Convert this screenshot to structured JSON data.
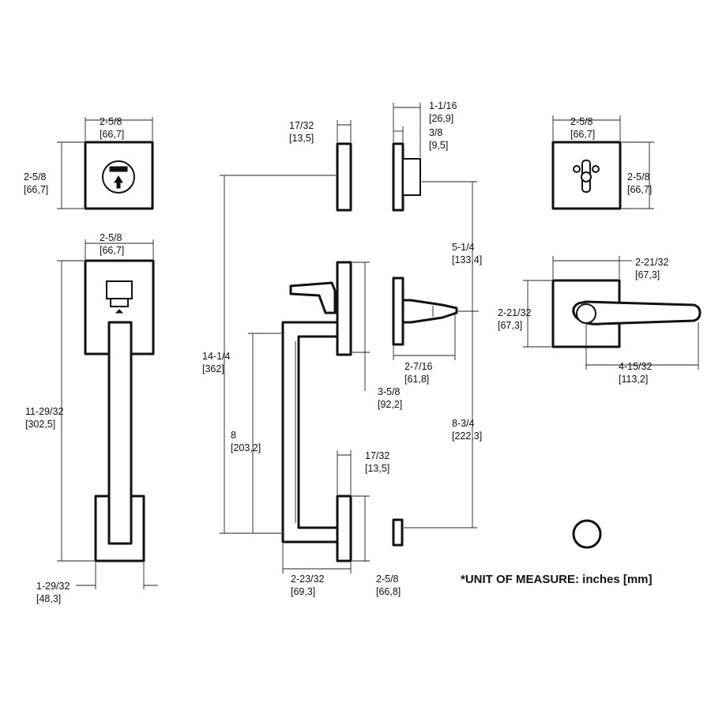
{
  "dimensions": {
    "deadbolt_exterior_width": {
      "imperial": "2-5/8",
      "metric": "[66,7]"
    },
    "deadbolt_exterior_height": {
      "imperial": "2-5/8",
      "metric": "[66,7]"
    },
    "handleset_plate_width": {
      "imperial": "2-5/8",
      "metric": "[66,7]"
    },
    "handleset_overall_height": {
      "imperial": "11-29/32",
      "metric": "[302,5]"
    },
    "handleset_bottom_width": {
      "imperial": "1-29/32",
      "metric": "[48,3]"
    },
    "side_plate_thickness_top": {
      "imperial": "17/32",
      "metric": "[13,5]"
    },
    "side_overall_height": {
      "imperial": "14-1/4",
      "metric": "[362]"
    },
    "grip_length": {
      "imperial": "8",
      "metric": "[203,2]"
    },
    "side_plate_height": {
      "imperial": "3-5/8",
      "metric": "[92,2]"
    },
    "side_plate_thickness_bottom": {
      "imperial": "17/32",
      "metric": "[13,5]"
    },
    "grip_projection": {
      "imperial": "2-23/32",
      "metric": "[69,3]"
    },
    "bottom_plate_height": {
      "imperial": "2-5/8",
      "metric": "[66,8]"
    },
    "interior_deadbolt_depth": {
      "imperial": "1-1/16",
      "metric": "[26,9]"
    },
    "interior_rose_thickness": {
      "imperial": "3/8",
      "metric": "[9,5]"
    },
    "lever_to_deadbolt_spacing": {
      "imperial": "5-1/4",
      "metric": "[133,4]"
    },
    "lever_projection": {
      "imperial": "2-7/16",
      "metric": "[61,8]"
    },
    "lever_to_bottom_spacing": {
      "imperial": "8-3/4",
      "metric": "[222,3]"
    },
    "thumbturn_width": {
      "imperial": "2-5/8",
      "metric": "[66,7]"
    },
    "thumbturn_height": {
      "imperial": "2-5/8",
      "metric": "[66,7]"
    },
    "lever_rose_width": {
      "imperial": "2-21/32",
      "metric": "[67,3]"
    },
    "lever_rose_height": {
      "imperial": "2-21/32",
      "metric": "[67,3]"
    },
    "lever_length": {
      "imperial": "4-15/32",
      "metric": "[113,2]"
    }
  },
  "unit_note": "*UNIT OF MEASURE: inches [mm]"
}
